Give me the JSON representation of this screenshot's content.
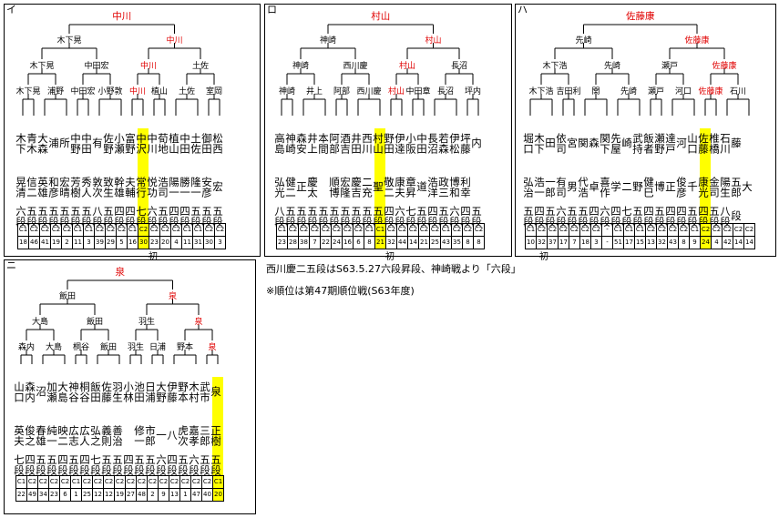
{
  "colors": {
    "winner": "#e00000",
    "highlight": "#ffff00",
    "line": "#000000"
  },
  "notes": {
    "line1": "西川慶二五段はS63.5.27六段昇段、神崎戦より「六段」",
    "line2": "※順位は第47期順位戦(S63年度)"
  },
  "panels": [
    {
      "label": "イ",
      "champion_label": "初",
      "final_winner": "中川",
      "tree_labels": [
        {
          "text": "中川",
          "red": true
        },
        {
          "text": "木下晃",
          "red": false
        },
        {
          "text": "中川",
          "red": true
        },
        {
          "text": "木下晃",
          "red": false
        },
        {
          "text": "中田宏",
          "red": false
        },
        {
          "text": "中川",
          "red": true
        },
        {
          "text": "土佐",
          "red": false
        },
        {
          "text": "木下晃",
          "red": false
        },
        {
          "text": "浦野",
          "red": false
        },
        {
          "text": "中田宏",
          "red": false
        },
        {
          "text": "小野敦",
          "red": false
        },
        {
          "text": "中川",
          "red": true
        },
        {
          "text": "植山",
          "red": false
        },
        {
          "text": "土佐",
          "red": false
        },
        {
          "text": "室岡",
          "red": false
        },
        {
          "text": "青木",
          "red": false
        },
        {
          "text": "有野",
          "red": false
        },
        {
          "text": "中川",
          "red": true
        },
        {
          "text": "松浦",
          "red": false
        }
      ],
      "players": [
        {
          "name": "木下",
          "given": "晃清",
          "rank": "六段",
          "c": "C1",
          "n": "18"
        },
        {
          "name": "青木",
          "given": "信二",
          "rank": "五段",
          "c": "C2",
          "n": "46"
        },
        {
          "name": "大森",
          "given": "英雄",
          "rank": "五段",
          "c": "C2",
          "n": "41"
        },
        {
          "name": "浦",
          "given": "和彦",
          "rank": "五段",
          "c": "C2",
          "n": "19"
        },
        {
          "name": "所",
          "given": "宏晴",
          "rank": "五段",
          "c": "C2",
          "n": "2"
        },
        {
          "name": "中野",
          "given": "芳樹",
          "rank": "五段",
          "c": "C1",
          "n": "11"
        },
        {
          "name": "中田",
          "given": "秀人",
          "rank": "五段",
          "c": "C1",
          "n": "3"
        },
        {
          "name": "有",
          "given": "敦次",
          "rank": "八段",
          "c": "C2",
          "n": "39"
        },
        {
          "name": "佐野",
          "given": "致生",
          "rank": "五段",
          "c": "C2",
          "n": "29"
        },
        {
          "name": "小瀬",
          "given": "幹雄",
          "rank": "四段",
          "c": "C2",
          "n": "5"
        },
        {
          "name": "富野",
          "given": "夫輔",
          "rank": "四段",
          "c": "C1",
          "n": "16"
        },
        {
          "name": "中沢",
          "given": "常行",
          "rank": "七段",
          "c": "C2",
          "n": "30",
          "hl": true
        },
        {
          "name": "中川",
          "given": "悦功",
          "rank": "六段",
          "c": "C2",
          "n": "23"
        },
        {
          "name": "荀地",
          "given": "浩司",
          "rank": "五段",
          "c": "C2",
          "n": "20"
        },
        {
          "name": "植山",
          "given": "陽一",
          "rank": "四段",
          "c": "C2",
          "n": "4"
        },
        {
          "name": "中田",
          "given": "勝一",
          "rank": "四段",
          "c": "C1",
          "n": "11"
        },
        {
          "name": "土佐",
          "given": "隆一",
          "rank": "五段",
          "c": "C1",
          "n": "31"
        },
        {
          "name": "御田",
          "given": "安彦",
          "rank": "五段",
          "c": "C2",
          "n": "30"
        },
        {
          "name": "松西",
          "given": "宏",
          "rank": "五段",
          "c": "C2",
          "n": "3"
        }
      ]
    },
    {
      "label": "ロ",
      "champion_label": "初",
      "final_winner": "村山",
      "tree_labels": [
        {
          "text": "村山",
          "red": true
        },
        {
          "text": "神崎",
          "red": false
        },
        {
          "text": "村山",
          "red": true
        },
        {
          "text": "神崎",
          "red": false
        },
        {
          "text": "西川慶",
          "red": false
        },
        {
          "text": "村山",
          "red": true
        },
        {
          "text": "長沼",
          "red": false
        },
        {
          "text": "神崎",
          "red": false
        },
        {
          "text": "井上",
          "red": false
        },
        {
          "text": "阿部",
          "red": false
        },
        {
          "text": "西川慶",
          "red": false
        },
        {
          "text": "村山",
          "red": true
        },
        {
          "text": "中田章",
          "red": false
        },
        {
          "text": "長沼",
          "red": false
        },
        {
          "text": "坪内",
          "red": false
        },
        {
          "text": "野田",
          "red": false
        },
        {
          "text": "若松",
          "red": false
        }
      ],
      "players": [
        {
          "name": "高島",
          "given": "弘光",
          "rank": "八段",
          "c": "C1",
          "n": "23"
        },
        {
          "name": "神崎",
          "given": "健二",
          "rank": "五段",
          "c": "C2",
          "n": "28"
        },
        {
          "name": "森安",
          "given": "正",
          "rank": "五段",
          "c": "C2",
          "n": "38"
        },
        {
          "name": "井上",
          "given": "慶太",
          "rank": "五段",
          "c": "C2",
          "n": "7"
        },
        {
          "name": "本間",
          "given": "",
          "rank": "五段",
          "c": "C2",
          "n": "22"
        },
        {
          "name": "阿部",
          "given": "順博",
          "rank": "五段",
          "c": "C2",
          "n": "24"
        },
        {
          "name": "酒吉",
          "given": "宏隆",
          "rank": "五段",
          "c": "C2",
          "n": "16"
        },
        {
          "name": "井田",
          "given": "慶吉",
          "rank": "五段",
          "c": "C2",
          "n": "6"
        },
        {
          "name": "西川",
          "given": "二充",
          "rank": "五段",
          "c": "C1",
          "n": "8"
        },
        {
          "name": "村山",
          "given": "聖",
          "rank": "五段",
          "c": "C1",
          "n": "21",
          "hl": true
        },
        {
          "name": "野田",
          "given": "敬二",
          "rank": "四段",
          "c": "C2",
          "n": "32"
        },
        {
          "name": "伊達",
          "given": "康夫",
          "rank": "六段",
          "c": "C2",
          "n": "44"
        },
        {
          "name": "小阪",
          "given": "章昇",
          "rank": "七段",
          "c": "C2",
          "n": "14"
        },
        {
          "name": "中田",
          "given": "道",
          "rank": "五段",
          "c": "C2",
          "n": "21"
        },
        {
          "name": "長沼",
          "given": "浩洋",
          "rank": "四段",
          "c": "C2",
          "n": "25"
        },
        {
          "name": "若森",
          "given": "政三",
          "rank": "五段",
          "c": "C1",
          "n": "43"
        },
        {
          "name": "伊松",
          "given": "博和",
          "rank": "六段",
          "c": "C2",
          "n": "35"
        },
        {
          "name": "坪藤",
          "given": "利幸",
          "rank": "四段",
          "c": "C2",
          "n": "8"
        },
        {
          "name": "内",
          "given": "",
          "rank": "五段",
          "c": "C2",
          "n": "8"
        }
      ]
    },
    {
      "label": "ハ",
      "champion_label": "初",
      "final_winner": "佐藤康",
      "tree_labels": [
        {
          "text": "佐藤康",
          "red": true
        },
        {
          "text": "先崎",
          "red": false
        },
        {
          "text": "佐藤康",
          "red": true
        },
        {
          "text": "木下浩",
          "red": false
        },
        {
          "text": "先崎",
          "red": false
        },
        {
          "text": "瀬戸",
          "red": false
        },
        {
          "text": "佐藤康",
          "red": true
        },
        {
          "text": "木下浩",
          "red": false
        },
        {
          "text": "吉田利",
          "red": false
        },
        {
          "text": "関",
          "red": false
        },
        {
          "text": "先崎",
          "red": false
        },
        {
          "text": "瀬戸",
          "red": false
        },
        {
          "text": "河口",
          "red": false
        },
        {
          "text": "佐藤康",
          "red": true
        },
        {
          "text": "石川",
          "red": false
        },
        {
          "text": "木下浩",
          "red": false
        },
        {
          "text": "先崎",
          "red": false
        },
        {
          "text": "瀬戸",
          "red": false
        },
        {
          "text": "石川",
          "red": false
        }
      ],
      "players": [
        {
          "name": "堀口",
          "given": "弘治",
          "rank": "五段",
          "c": "C1",
          "n": "10"
        },
        {
          "name": "木下",
          "given": "浩一",
          "rank": "四段",
          "c": "C2",
          "n": "32"
        },
        {
          "name": "田",
          "given": "一郎",
          "rank": "五段",
          "c": "C2",
          "n": "37"
        },
        {
          "name": "依司",
          "given": "有司",
          "rank": "六段",
          "c": "C2",
          "n": "17"
        },
        {
          "name": "宮",
          "given": "男",
          "rank": "五段",
          "c": "C2",
          "n": "7"
        },
        {
          "name": "関",
          "given": "代浩",
          "rank": "五段",
          "c": "C2",
          "n": "18"
        },
        {
          "name": "森",
          "given": "卓",
          "rank": "四段",
          "c": "C2",
          "n": "3"
        },
        {
          "name": "関下",
          "given": "喜作",
          "rank": "六段",
          "c": "-",
          "n": "-"
        },
        {
          "name": "先屋",
          "given": "学",
          "rank": "四段",
          "c": "C1",
          "n": "51"
        },
        {
          "name": "崎",
          "given": "二",
          "rank": "七段",
          "c": "C1",
          "n": "17"
        },
        {
          "name": "武持",
          "given": "野",
          "rank": "五段",
          "c": "C1",
          "n": "15"
        },
        {
          "name": "飯者",
          "given": "健巳",
          "rank": "四段",
          "c": "C2",
          "n": "13"
        },
        {
          "name": "瀬野",
          "given": "博",
          "rank": "五段",
          "c": "C2",
          "n": "32"
        },
        {
          "name": "達戸",
          "given": "正",
          "rank": "四段",
          "c": "C2",
          "n": "43"
        },
        {
          "name": "河",
          "given": "俊彦",
          "rank": "四段",
          "c": "C2",
          "n": "8"
        },
        {
          "name": "山口",
          "given": "千",
          "rank": "五段",
          "c": "C1",
          "n": "9"
        },
        {
          "name": "佐藤",
          "given": "康光",
          "rank": "四段",
          "c": "C2",
          "n": "24",
          "hl": true
        },
        {
          "name": "椎橋",
          "given": "金司",
          "rank": "五段",
          "c": "C2",
          "n": "4"
        },
        {
          "name": "石川",
          "given": "陽生",
          "rank": "八段",
          "c": "C2",
          "n": "42"
        },
        {
          "name": "藤",
          "given": "五郎",
          "rank": "段",
          "c": "C2",
          "n": "14"
        },
        {
          "name": "",
          "given": "大",
          "rank": "",
          "c": "C2",
          "n": "14"
        }
      ]
    },
    {
      "label": "ニ",
      "champion_label": "初",
      "final_winner": "泉",
      "tree_labels": [
        {
          "text": "泉",
          "red": true
        },
        {
          "text": "飯田",
          "red": false
        },
        {
          "text": "泉",
          "red": true
        },
        {
          "text": "大島",
          "red": false
        },
        {
          "text": "飯田",
          "red": false
        },
        {
          "text": "羽生",
          "red": false
        },
        {
          "text": "泉",
          "red": true
        },
        {
          "text": "森内",
          "red": false
        },
        {
          "text": "大島",
          "red": false
        },
        {
          "text": "桐谷",
          "red": false
        },
        {
          "text": "飯田",
          "red": false
        },
        {
          "text": "羽生",
          "red": false
        },
        {
          "text": "日浦",
          "red": false
        },
        {
          "text": "野本",
          "red": false
        },
        {
          "text": "泉",
          "red": true
        },
        {
          "text": "森内",
          "red": false
        },
        {
          "text": "小林宏",
          "red": false
        },
        {
          "text": "武市",
          "red": false
        }
      ],
      "players": [
        {
          "name": "山口",
          "given": "英夫",
          "rank": "七段",
          "c": "C1",
          "n": "22"
        },
        {
          "name": "森内",
          "given": "俊之",
          "rank": "四段",
          "c": "C2",
          "n": "49"
        },
        {
          "name": "沼",
          "given": "春雄",
          "rank": "五段",
          "c": "C2",
          "n": "34"
        },
        {
          "name": "加瀬",
          "given": "純一",
          "rank": "五段",
          "c": "C2",
          "n": "23"
        },
        {
          "name": "大島",
          "given": "映二",
          "rank": "四段",
          "c": "C2",
          "n": "6"
        },
        {
          "name": "神谷",
          "given": "広志",
          "rank": "五段",
          "c": "C1",
          "n": "1"
        },
        {
          "name": "桐谷",
          "given": "広人",
          "rank": "四段",
          "c": "C2",
          "n": "25"
        },
        {
          "name": "飯田",
          "given": "弘之",
          "rank": "七段",
          "c": "C2",
          "n": "12"
        },
        {
          "name": "佐藤",
          "given": "義則",
          "rank": "五段",
          "c": "C2",
          "n": "12"
        },
        {
          "name": "羽生",
          "given": "善治",
          "rank": "五段",
          "c": "C2",
          "n": "19"
        },
        {
          "name": "小林",
          "given": "",
          "rank": "四段",
          "c": "C2",
          "n": "27"
        },
        {
          "name": "池田",
          "given": "修一",
          "rank": "五段",
          "c": "C2",
          "n": "48"
        },
        {
          "name": "日浦",
          "given": "市郎",
          "rank": "五段",
          "c": "C2",
          "n": "2"
        },
        {
          "name": "大野",
          "given": "一",
          "rank": "六段",
          "c": "C2",
          "n": "9"
        },
        {
          "name": "伊藤",
          "given": "八",
          "rank": "四段",
          "c": "C2",
          "n": "13"
        },
        {
          "name": "野本",
          "given": "虎次",
          "rank": "五段",
          "c": "C2",
          "n": "1"
        },
        {
          "name": "木村",
          "given": "嘉孝",
          "rank": "六段",
          "c": "C2",
          "n": "47"
        },
        {
          "name": "武市",
          "given": "三郎",
          "rank": "五段",
          "c": "C2",
          "n": "40"
        },
        {
          "name": "泉",
          "given": "正樹",
          "rank": "五段",
          "c": "C1",
          "n": "20",
          "hl": true
        }
      ]
    }
  ]
}
